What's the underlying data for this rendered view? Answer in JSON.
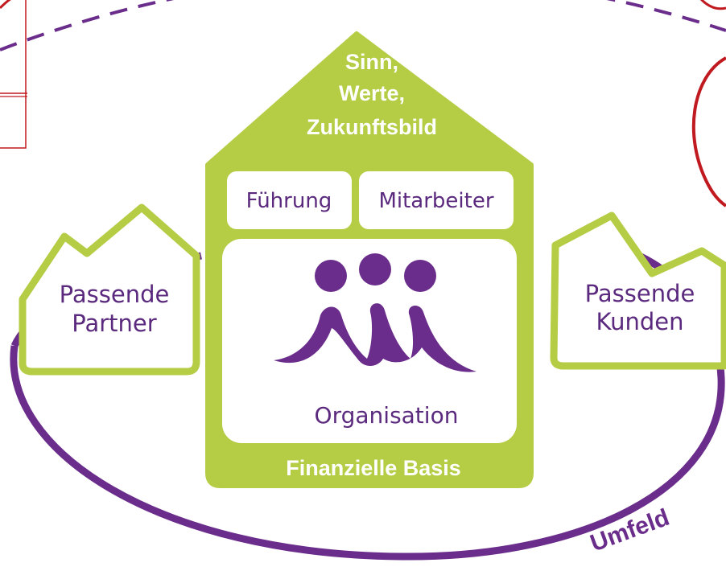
{
  "colors": {
    "green": "#b5cc45",
    "purple": "#6b2d8b",
    "red": "#c0191f",
    "white": "#ffffff"
  },
  "house": {
    "roof_lines": [
      "Sinn,",
      "Werte,",
      "Zukunftsbild"
    ],
    "room_left": "Führung",
    "room_right": "Mitarbeiter",
    "center_label": "Organisation",
    "base": "Finanzielle Basis"
  },
  "side_left": {
    "line1": "Passende",
    "line2": "Partner"
  },
  "side_right": {
    "line1": "Passende",
    "line2": "Kunden"
  },
  "ring_label": "Umfeld",
  "icons": {
    "center": "people-group-icon"
  }
}
